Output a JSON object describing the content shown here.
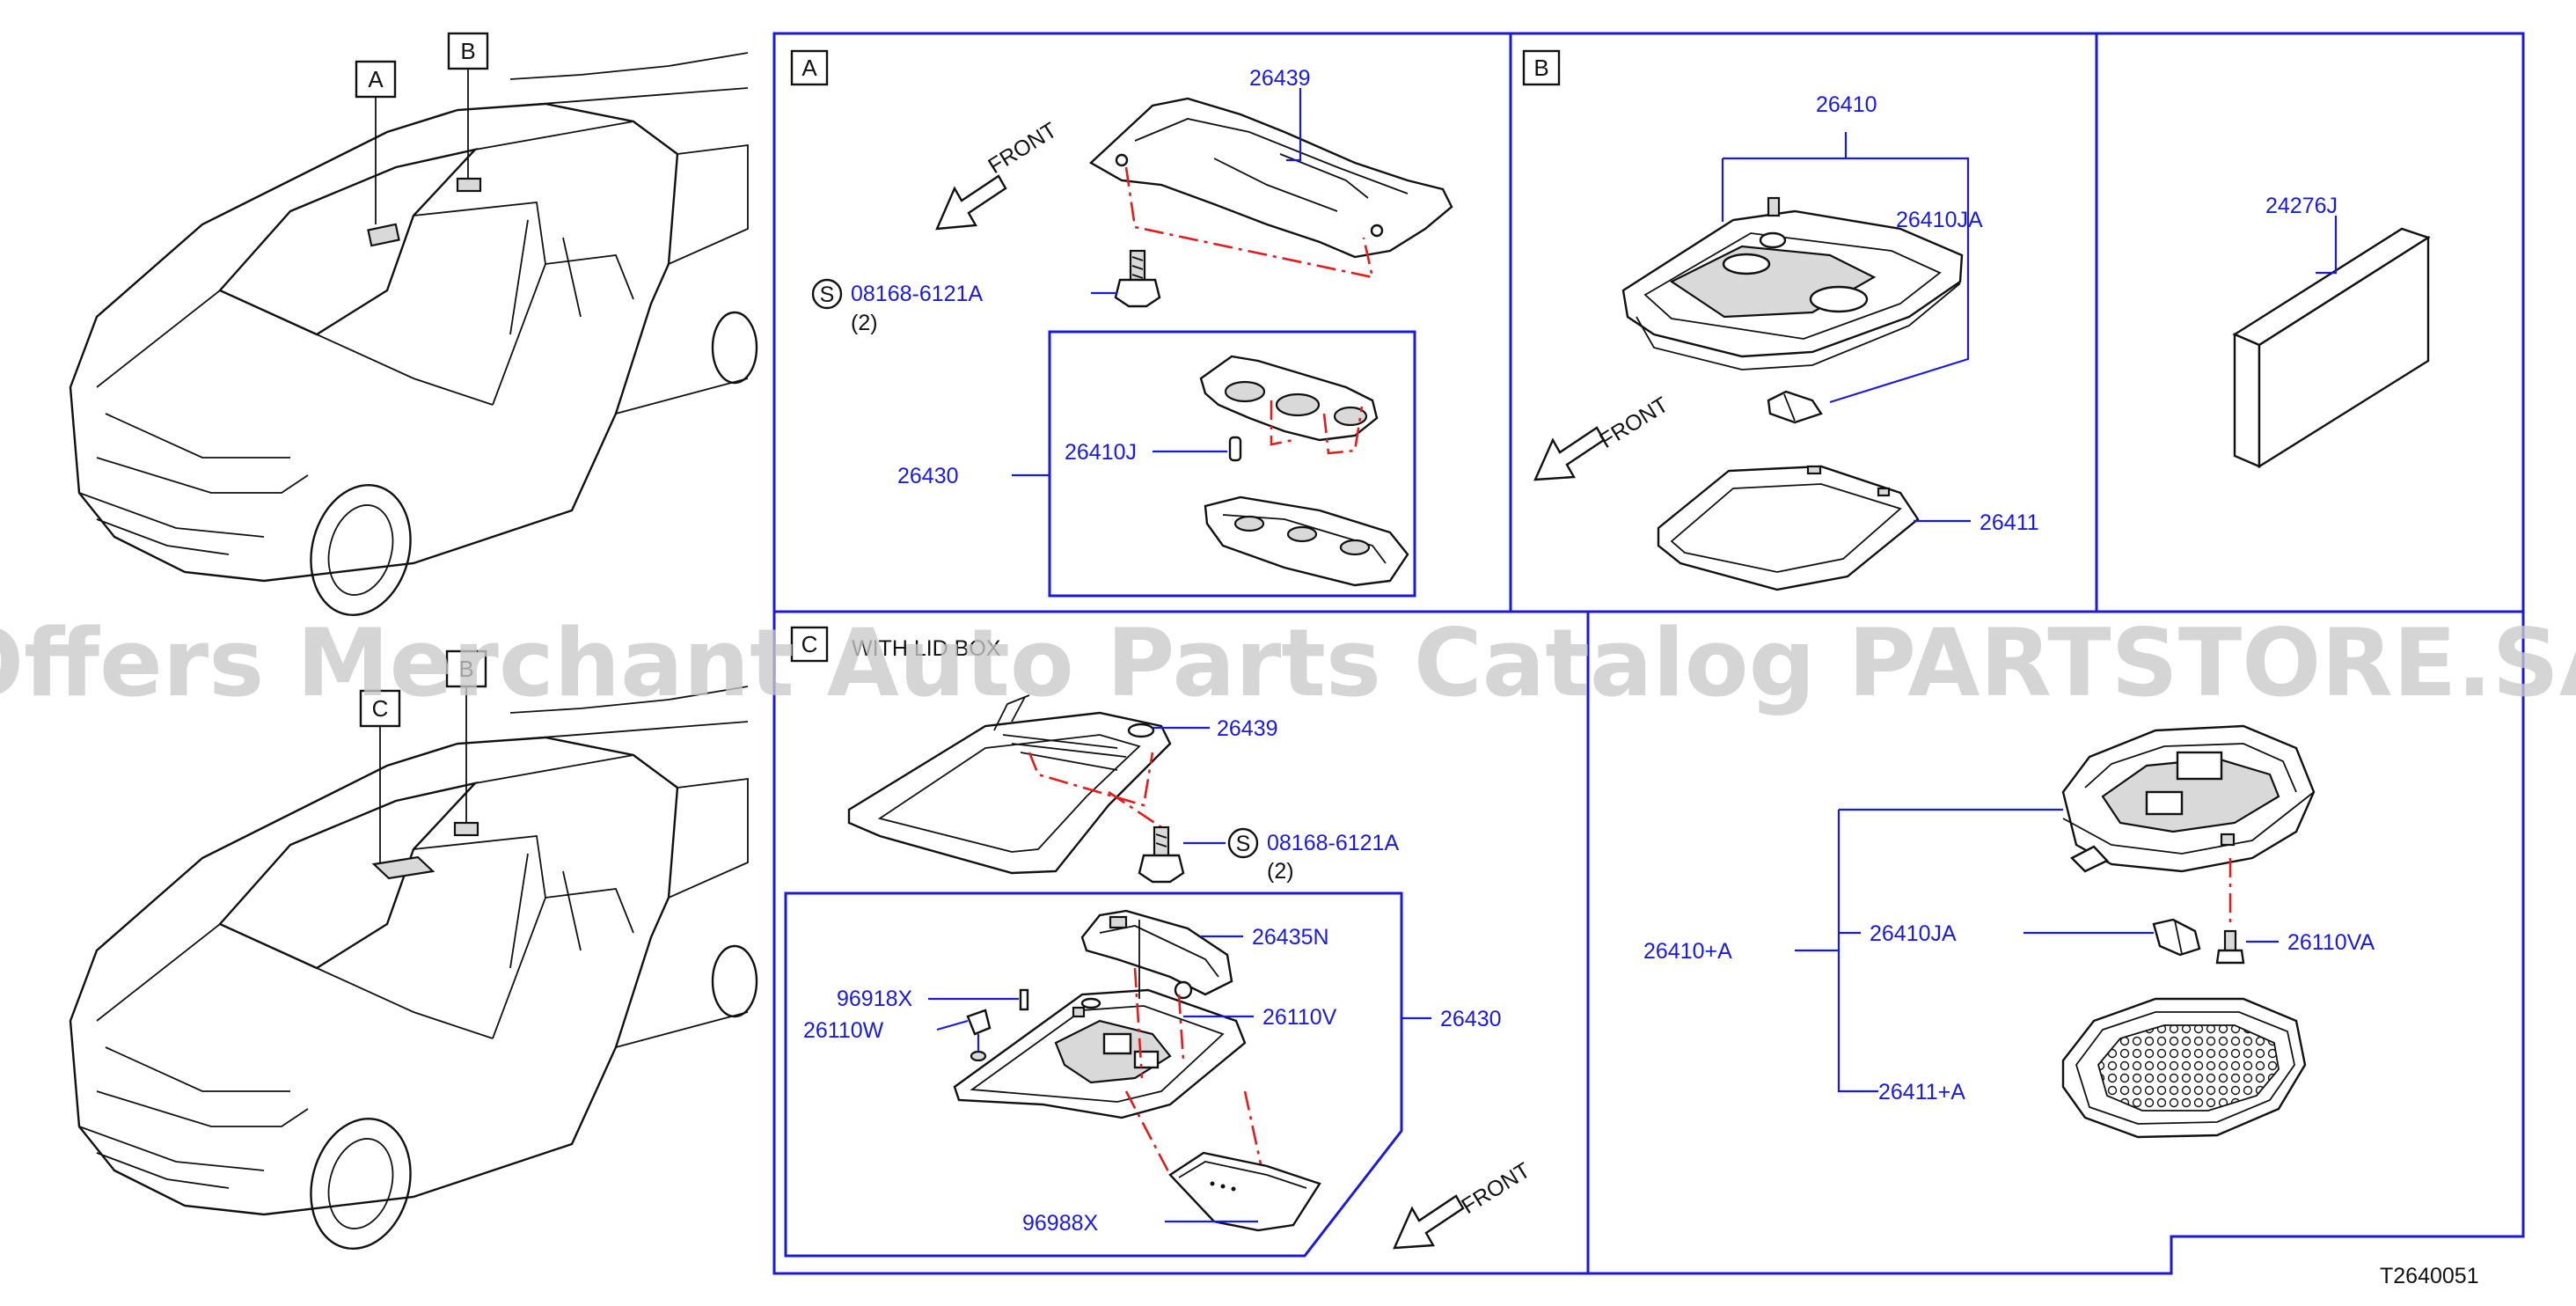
{
  "watermark": "Offers Merchant Auto Parts Catalog PARTSTORE.SA",
  "diagram_id": "T2640051",
  "vehicle_callouts": {
    "a": "A",
    "b": "B",
    "c": "C",
    "b2": "B"
  },
  "section_a": {
    "tag": "A",
    "front_label": "FRONT",
    "screw_symbol": "S",
    "screw_part": "08168-6121A",
    "screw_qty": "(2)",
    "bracket_part": "26439",
    "lamp_assembly_part": "26430",
    "bulb_part": "26410J"
  },
  "section_b": {
    "tag": "B",
    "front_label": "FRONT",
    "lamp_part": "26410",
    "bulb_part": "26410JA",
    "lens_part": "26411"
  },
  "section_cable": {
    "part": "24276J"
  },
  "section_c": {
    "tag": "C",
    "title": "WITH LID BOX",
    "front_label": "FRONT",
    "bracket_part": "26439",
    "screw_symbol": "S",
    "screw_part": "08168-6121A",
    "screw_qty": "(2)",
    "assembly_part": "26430",
    "unit_part": "26435N",
    "bulb_part": "26110V",
    "clip_part": "96918X",
    "bulb_w_part": "26110W",
    "lid_part": "96988X"
  },
  "section_d": {
    "lamp_set": "26410+A",
    "bulb_part": "26410JA",
    "screw_bulb_part": "26110VA",
    "lens_part": "26411+A"
  }
}
